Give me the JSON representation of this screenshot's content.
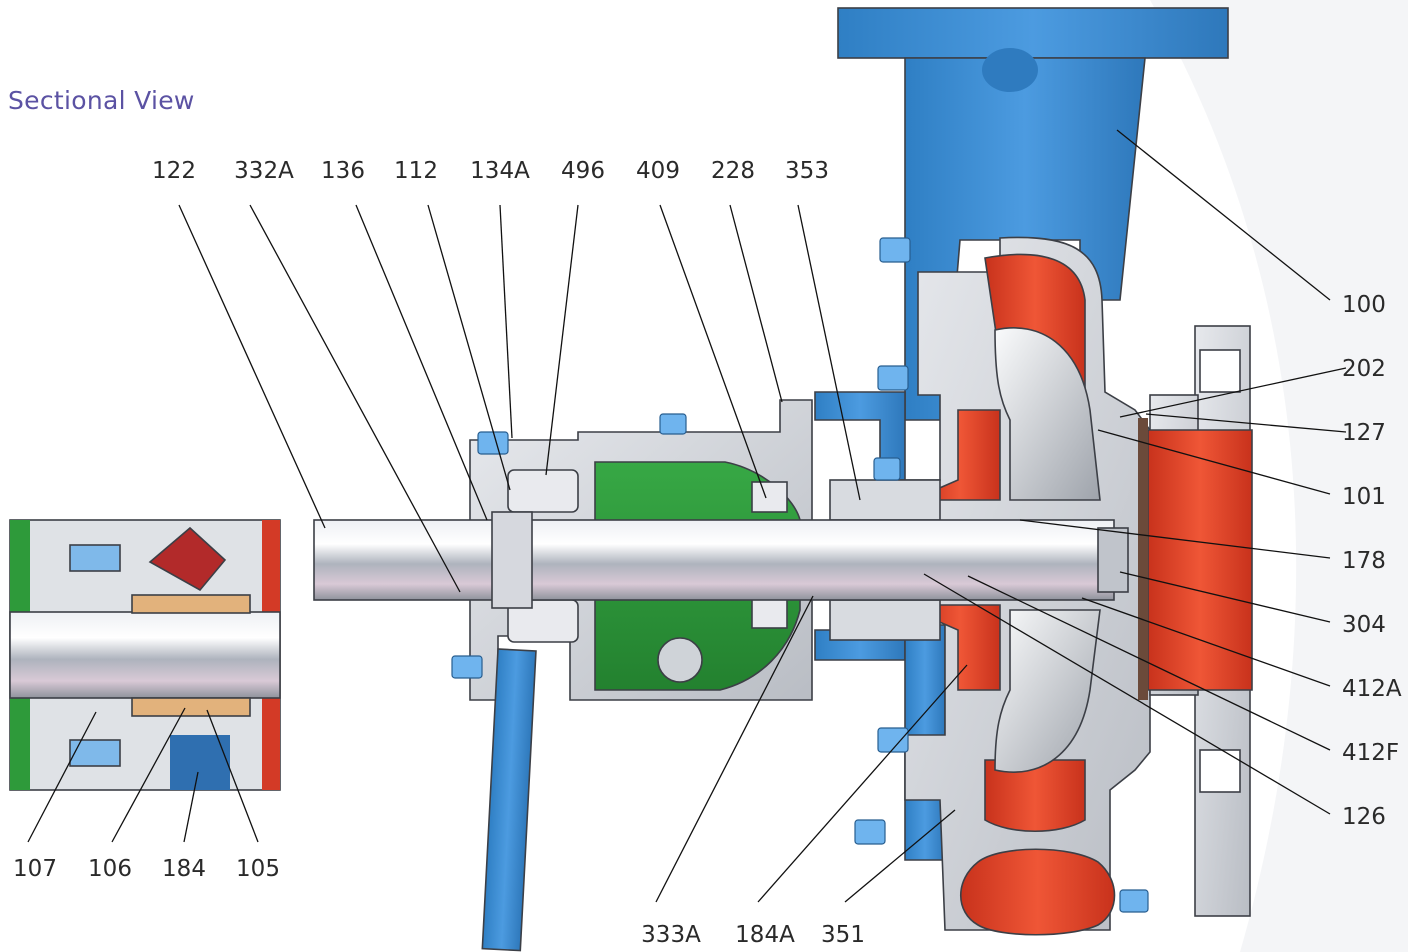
{
  "title": "Sectional View",
  "colors": {
    "casing_blue": "#3d8fd1",
    "impeller_red": "#e0432a",
    "bearing_green": "#2e9a3a",
    "steel_grey": "#c9cdd3",
    "title_purple": "#5b52a3"
  },
  "callouts": {
    "top": [
      "122",
      "332A",
      "136",
      "112",
      "134A",
      "496",
      "409",
      "228",
      "353"
    ],
    "right": [
      "100",
      "202",
      "127",
      "101",
      "178",
      "304",
      "412A",
      "412F",
      "126"
    ],
    "bottom": [
      "333A",
      "184A",
      "351"
    ],
    "inset": [
      "107",
      "106",
      "184",
      "105"
    ]
  }
}
